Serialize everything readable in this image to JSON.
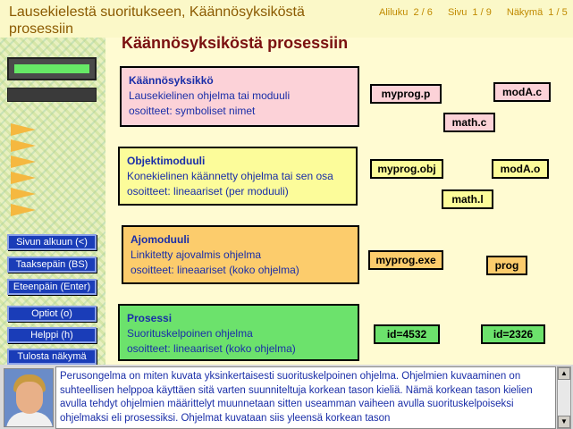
{
  "header": {
    "title": "Lausekielestä suoritukseen, Käännösyksiköstä prosessiin",
    "aliluku_label": "Aliluku",
    "aliluku_value": "2 / 6",
    "sivu_label": "Sivu",
    "sivu_value": "1 / 9",
    "nakyma_label": "Näkymä",
    "nakyma_value": "1 / 5"
  },
  "sidebar": {
    "buttons": [
      {
        "label": "Sivun alkuun (<)"
      },
      {
        "label": "Taaksepäin (BS)"
      },
      {
        "label": "Eteenpäin (Enter)"
      },
      {
        "label": "Optiot (o)"
      },
      {
        "label": "Helppi (h)"
      },
      {
        "label": "Tulosta näkymä"
      }
    ]
  },
  "slide": {
    "title": "Käännösyksiköstä prosessiin",
    "boxes": [
      {
        "title": "Käännösyksikkö",
        "line1": "Lausekielinen ohjelma tai moduuli",
        "line2": "osoitteet: symboliset nimet",
        "color": "#fcd2d8"
      },
      {
        "title": "Objektimoduuli",
        "line1": "Konekielinen käännetty ohjelma tai sen osa",
        "line2": "osoitteet: lineaariset (per moduuli)",
        "color": "#fcfc9a"
      },
      {
        "title": "Ajomoduuli",
        "line1": "Linkitetty ajovalmis ohjelma",
        "line2": "osoitteet: lineaariset (koko ohjelma)",
        "color": "#fccc6c"
      },
      {
        "title": "Prosessi",
        "line1": "Suorituskelpoinen ohjelma",
        "line2": "osoitteet: lineaariset (koko ohjelma)",
        "color": "#6ce26c"
      }
    ],
    "chips": {
      "myprog_p": "myprog.p",
      "modA_c": "modA.c",
      "math_c": "math.c",
      "myprog_obj": "myprog.obj",
      "modA_o": "modA.o",
      "math_l": "math.l",
      "myprog_exe": "myprog.exe",
      "prog": "prog",
      "id1": "id=4532",
      "id2": "id=2326"
    },
    "chip_colors": {
      "pink": "#fcd2d8",
      "yellow": "#fcfc9a",
      "orange": "#fccc6c",
      "green": "#6ce26c"
    }
  },
  "bottom": {
    "text": "Perusongelma on miten kuvata yksinkertaisesti suorituskelpoinen ohjelma. Ohjelmien kuvaaminen on suhteellisen helppoa käyttäen sitä varten suunniteltuja korkean tason kieliä. Nämä korkean tason kielien avulla tehdyt ohjelmien määrittelyt muunnetaan sitten useamman vaiheen avulla suorituskelpoiseksi ohjelmaksi eli prosessiksi. Ohjelmat kuvataan siis yleensä korkean tason",
    "scroll_up": "▲",
    "scroll_down": "▼"
  }
}
